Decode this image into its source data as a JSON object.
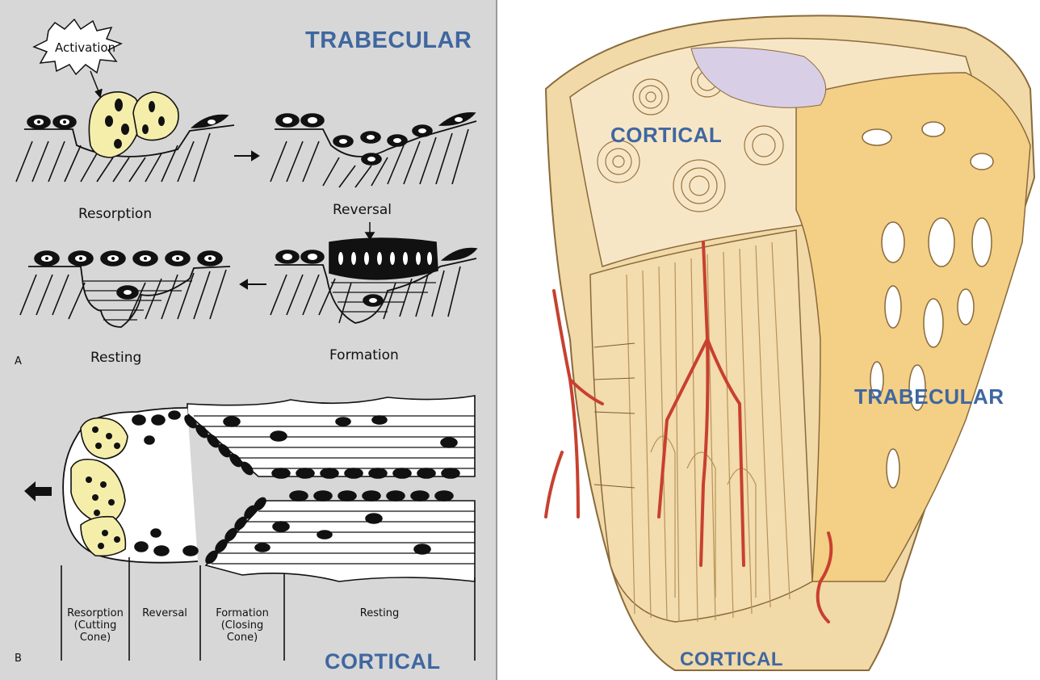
{
  "left": {
    "title_top": "TRABECULAR",
    "title_bottom": "CORTICAL",
    "activation": "Activation",
    "panel_a": {
      "letter": "A",
      "stages": [
        "Resorption",
        "Reversal",
        "Formation",
        "Resting"
      ]
    },
    "panel_b": {
      "letter": "B",
      "zones": [
        "Resorption\n(Cutting\nCone)",
        "Reversal",
        "Formation\n(Closing\nCone)",
        "Resting"
      ]
    }
  },
  "right": {
    "label_cortical_top": "CORTICAL",
    "label_trabecular": "TRABECULAR",
    "label_cortical_bottom": "CORTICAL"
  },
  "colors": {
    "panel_bg": "#d7d7d7",
    "label_blue": "#3f67a0",
    "osteoclast_yellow": "#f5eeab",
    "bone_cream": "#f1d9a8",
    "vessel_red": "#c8402f"
  }
}
